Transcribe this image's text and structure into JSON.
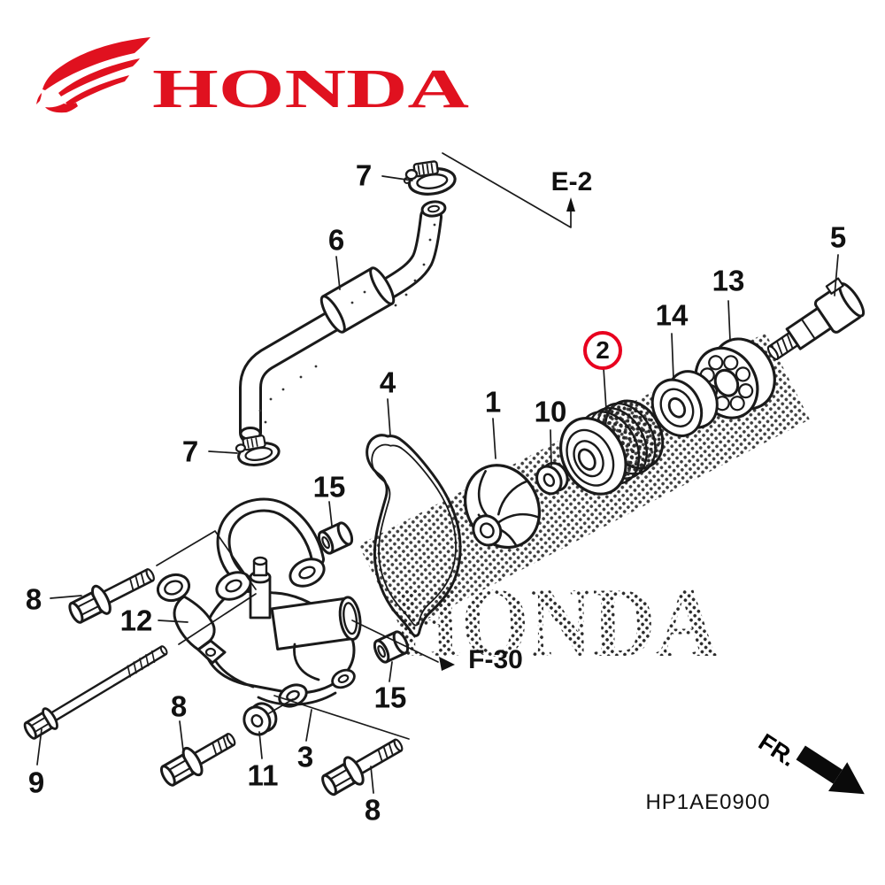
{
  "brand": {
    "wordmark": "HONDA",
    "color": "#e0111f"
  },
  "diagram": {
    "code": "HP1AE0900",
    "watermark": "HONDA",
    "front_indicator": "FR.",
    "highlight_color": "#e8001f",
    "line_color": "#1a1a1a",
    "callouts": [
      {
        "label": "7",
        "target": "hose-clamp-top"
      },
      {
        "label": "6",
        "target": "water-hose"
      },
      {
        "label": "E-2",
        "target": "reference-e2"
      },
      {
        "label": "5",
        "target": "pump-shaft"
      },
      {
        "label": "13",
        "target": "bearing"
      },
      {
        "label": "14",
        "target": "oil-seal"
      },
      {
        "label": "2",
        "target": "mechanical-seal-highlighted"
      },
      {
        "label": "10",
        "target": "seal-washer"
      },
      {
        "label": "1",
        "target": "impeller"
      },
      {
        "label": "4",
        "target": "gasket"
      },
      {
        "label": "7",
        "target": "hose-clamp-left"
      },
      {
        "label": "15",
        "target": "collar-upper"
      },
      {
        "label": "8",
        "target": "flange-bolt-top-left"
      },
      {
        "label": "12",
        "target": "stay-bracket"
      },
      {
        "label": "9",
        "target": "long-bolt"
      },
      {
        "label": "8",
        "target": "flange-bolt-middle"
      },
      {
        "label": "11",
        "target": "washer"
      },
      {
        "label": "3",
        "target": "pump-cover"
      },
      {
        "label": "15",
        "target": "collar-lower"
      },
      {
        "label": "8",
        "target": "flange-bolt-bottom"
      },
      {
        "label": "F-30",
        "target": "reference-f30"
      }
    ]
  }
}
